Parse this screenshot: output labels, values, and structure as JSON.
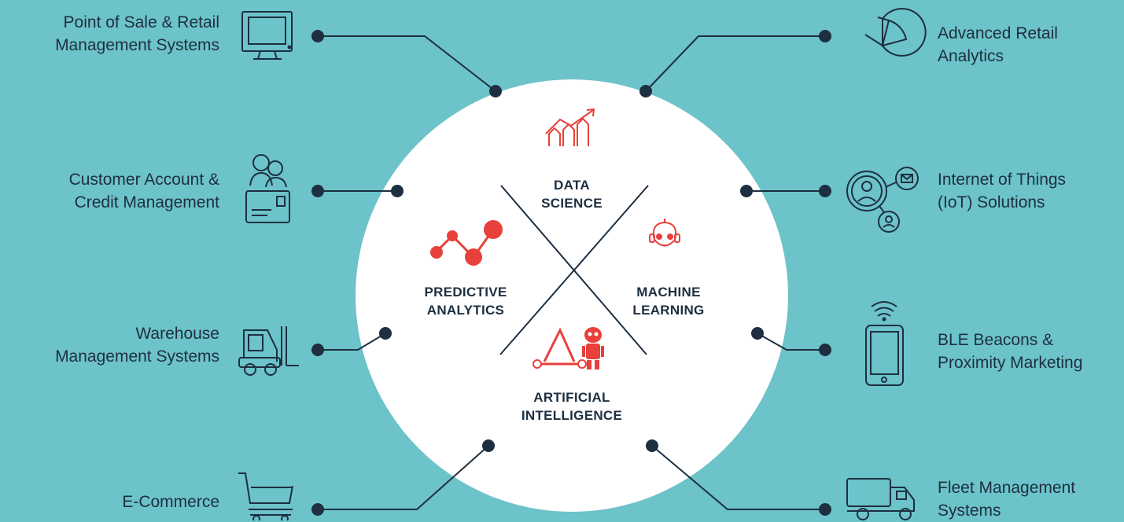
{
  "colors": {
    "background": "#6cc3c9",
    "circle": "#ffffff",
    "dark": "#1d2f40",
    "accent": "#e8403a"
  },
  "center": {
    "categories": [
      {
        "name": "data-science",
        "icon": "bar-line-chart-icon",
        "lines": [
          "DATA",
          "SCIENCE"
        ]
      },
      {
        "name": "predictive-analytics",
        "icon": "connected-dots-icon",
        "lines": [
          "PREDICTIVE",
          "ANALYTICS"
        ]
      },
      {
        "name": "machine-learning",
        "icon": "robot-head-icon",
        "lines": [
          "MACHINE",
          "LEARNING"
        ]
      },
      {
        "name": "artificial-intelligence",
        "icon": "ai-robot-icon",
        "lines": [
          "ARTIFICIAL",
          "INTELLIGENCE"
        ]
      }
    ]
  },
  "left_items": [
    {
      "name": "pos-retail",
      "icon": "monitor-icon",
      "lines": [
        "Point of Sale & Retail",
        "Management Systems"
      ]
    },
    {
      "name": "customer-account",
      "icon": "customer-card-icon",
      "lines": [
        "Customer Account &",
        "Credit Management"
      ]
    },
    {
      "name": "warehouse",
      "icon": "forklift-icon",
      "lines": [
        "Warehouse",
        "Management Systems"
      ]
    },
    {
      "name": "ecommerce",
      "icon": "shopping-cart-icon",
      "lines": [
        "E-Commerce"
      ]
    }
  ],
  "right_items": [
    {
      "name": "retail-analytics",
      "icon": "pie-chart-icon",
      "lines": [
        "Advanced Retail",
        "Analytics"
      ]
    },
    {
      "name": "iot",
      "icon": "network-users-icon",
      "lines": [
        "Internet of Things",
        "(IoT) Solutions"
      ]
    },
    {
      "name": "ble-beacons",
      "icon": "smartphone-wifi-icon",
      "lines": [
        "BLE Beacons &",
        "Proximity Marketing"
      ]
    },
    {
      "name": "fleet",
      "icon": "delivery-truck-icon",
      "lines": [
        "Fleet Management",
        "Systems"
      ]
    }
  ]
}
